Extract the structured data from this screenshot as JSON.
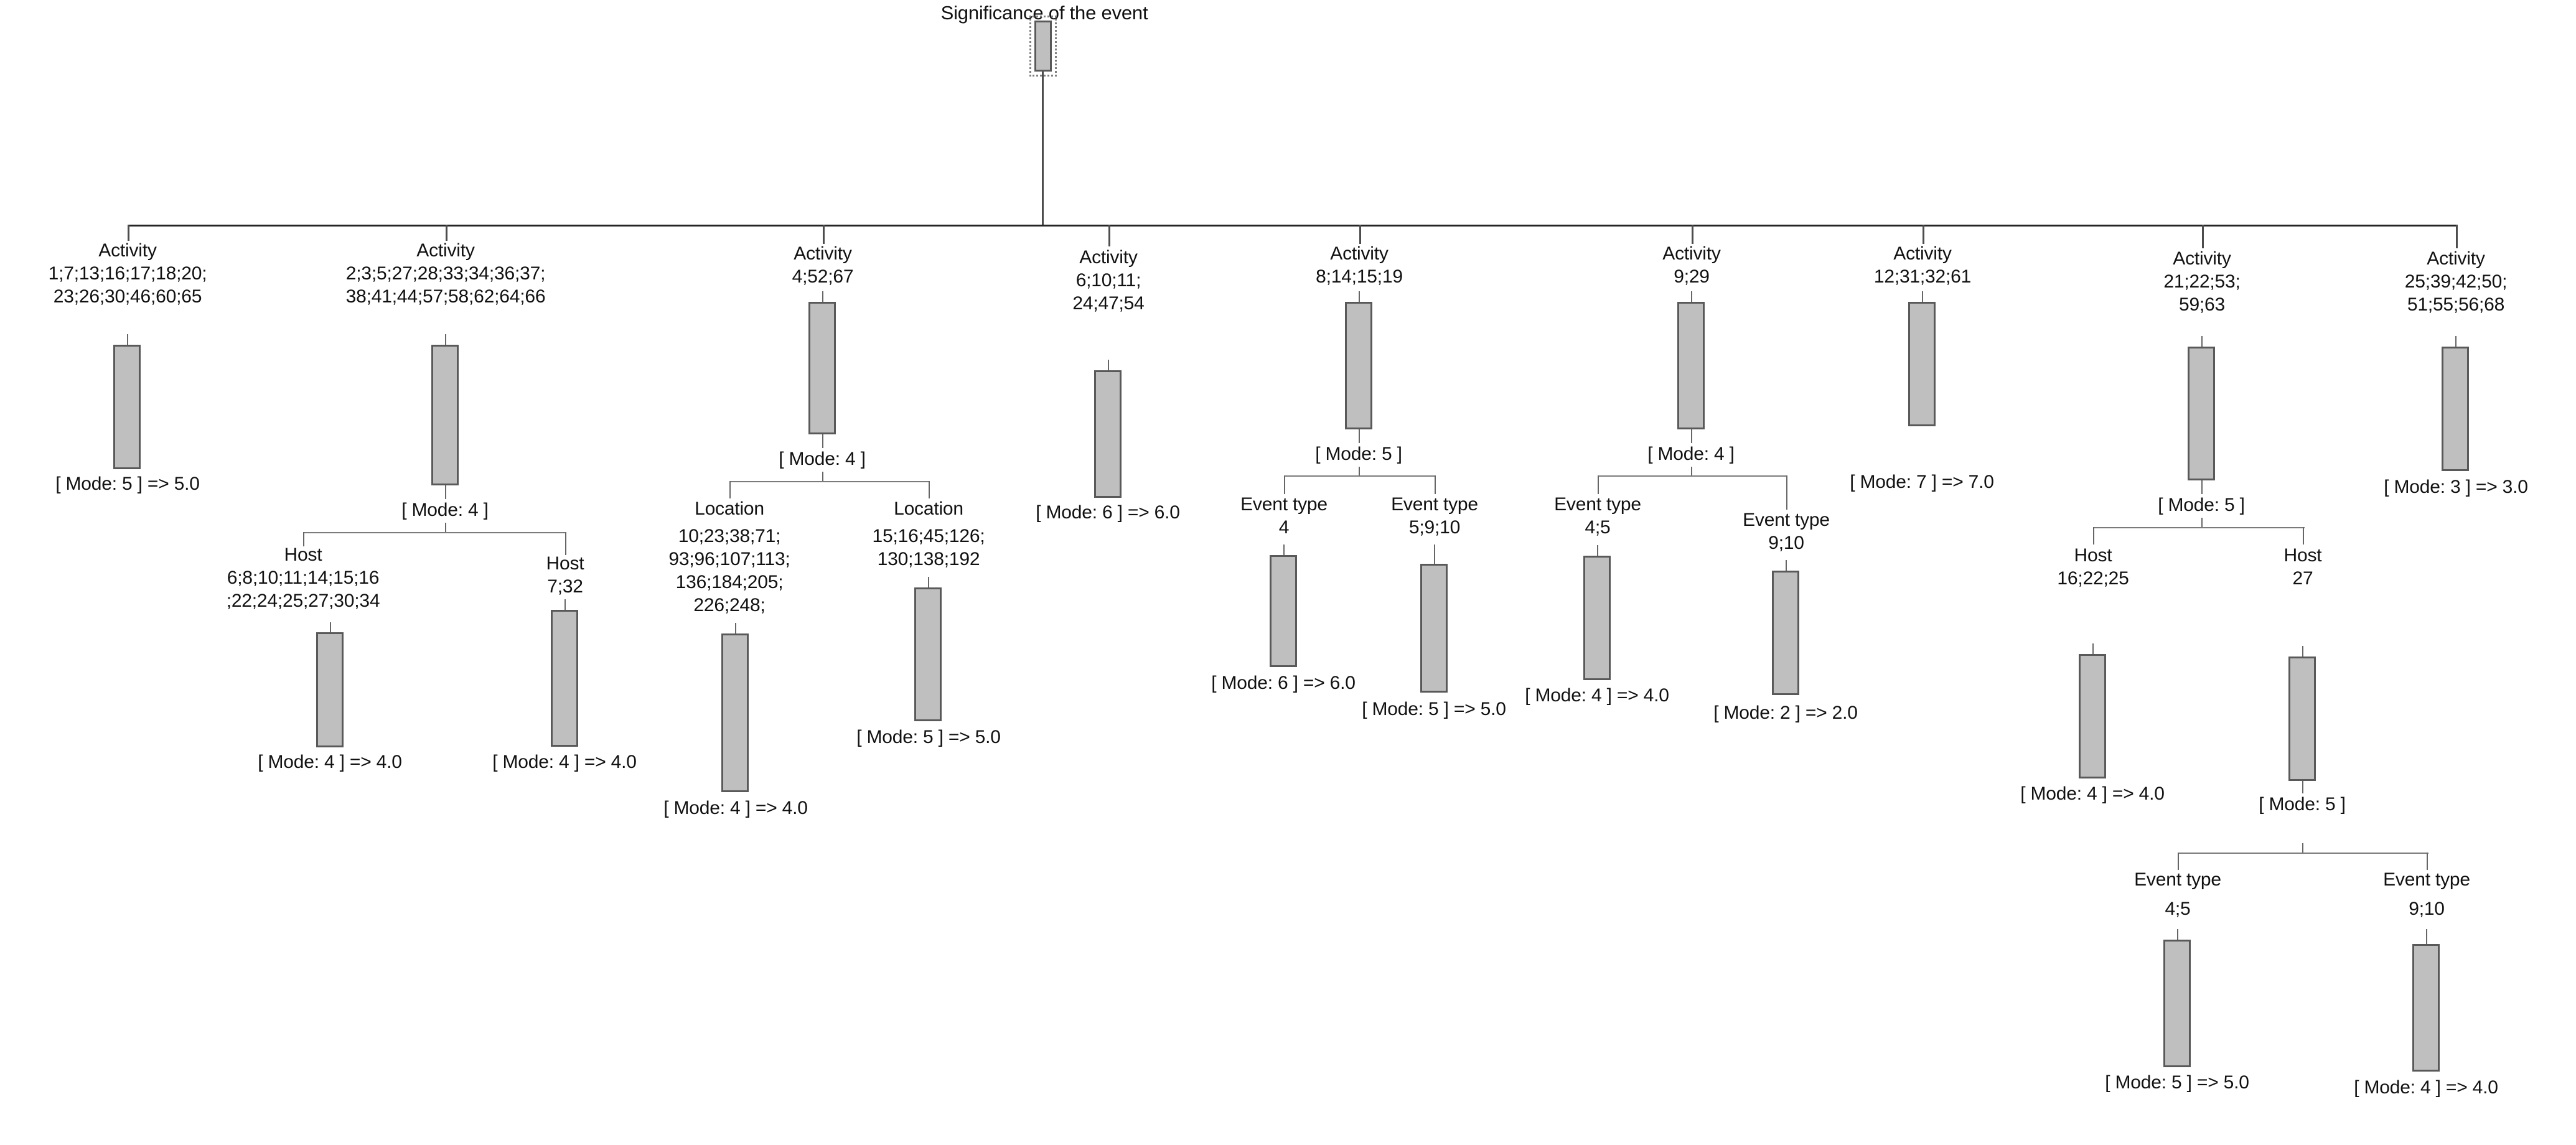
{
  "diagram": {
    "title": "Significance of the event",
    "type": "regression-decision-tree",
    "colors": {
      "bar_fill": "#bfbfbf",
      "bar_stroke": "#595959",
      "connector": "#262626",
      "sub_connector": "#7a7a7a",
      "text": "#111111",
      "background": "#ffffff"
    }
  },
  "root": {
    "label": "Significance of the event"
  },
  "nodes": [
    {
      "id": "a1",
      "attribute": "Activity",
      "values_line1": "1;7;13;16;17;18;20;",
      "values_line2": "23;26;30;46;60;65",
      "mode": "[ Mode: 5 ] => 5.0",
      "mode_value": 5,
      "prediction": 5.0
    },
    {
      "id": "a2",
      "attribute": "Activity",
      "values_line1": "2;3;5;27;28;33;34;36;37;",
      "values_line2": "38;41;44;57;58;62;64;66",
      "mode": "[ Mode: 4 ]",
      "mode_value": 4,
      "prediction": null
    },
    {
      "id": "a2h1",
      "attribute": "Host",
      "values_line1": "6;8;10;11;14;15;16",
      "values_line2": ";22;24;25;27;30;34",
      "mode": "[ Mode: 4 ] => 4.0",
      "mode_value": 4,
      "prediction": 4.0
    },
    {
      "id": "a2h2",
      "attribute": "Host",
      "values_line1": "7;32",
      "values_line2": "",
      "mode": "[ Mode: 4 ] => 4.0",
      "mode_value": 4,
      "prediction": 4.0
    },
    {
      "id": "a3",
      "attribute": "Activity",
      "values_line1": "4;52;67",
      "values_line2": "",
      "mode": "[ Mode: 4 ]",
      "mode_value": 4,
      "prediction": null
    },
    {
      "id": "a3l1",
      "attribute": "Location",
      "values_line1": "10;23;38;71;",
      "values_line2": "93;96;107;113;",
      "values_line3": "136;184;205;",
      "values_line4": "226;248;",
      "mode": "[ Mode: 4 ] => 4.0",
      "mode_value": 4,
      "prediction": 4.0
    },
    {
      "id": "a3l2",
      "attribute": "Location",
      "values_line1": "15;16;45;126;",
      "values_line2": "130;138;192",
      "mode": "[ Mode: 5 ] => 5.0",
      "mode_value": 5,
      "prediction": 5.0
    },
    {
      "id": "a4",
      "attribute": "Activity",
      "values_line1": "6;10;11;",
      "values_line2": "24;47;54",
      "mode": "[ Mode: 6 ] => 6.0",
      "mode_value": 6,
      "prediction": 6.0
    },
    {
      "id": "a5",
      "attribute": "Activity",
      "values_line1": "8;14;15;19",
      "values_line2": "",
      "mode": "[ Mode: 5 ]",
      "mode_value": 5,
      "prediction": null
    },
    {
      "id": "a5e1",
      "attribute": "Event type",
      "values_line1": "4",
      "values_line2": "",
      "mode": "[ Mode: 6 ] => 6.0",
      "mode_value": 6,
      "prediction": 6.0
    },
    {
      "id": "a5e2",
      "attribute": "Event type",
      "values_line1": "5;9;10",
      "values_line2": "",
      "mode": "[ Mode: 5 ] => 5.0",
      "mode_value": 5,
      "prediction": 5.0
    },
    {
      "id": "a6",
      "attribute": "Activity",
      "values_line1": "9;29",
      "values_line2": "",
      "mode": "[ Mode: 4 ]",
      "mode_value": 4,
      "prediction": null
    },
    {
      "id": "a6e1",
      "attribute": "Event type",
      "values_line1": "4;5",
      "values_line2": "",
      "mode": "[ Mode: 4 ] => 4.0",
      "mode_value": 4,
      "prediction": 4.0
    },
    {
      "id": "a6e2",
      "attribute": "Event type",
      "values_line1": "9;10",
      "values_line2": "",
      "mode": "[ Mode: 2 ] => 2.0",
      "mode_value": 2,
      "prediction": 2.0
    },
    {
      "id": "a7",
      "attribute": "Activity",
      "values_line1": "12;31;32;61",
      "values_line2": "",
      "mode": "[ Mode: 7 ] => 7.0",
      "mode_value": 7,
      "prediction": 7.0
    },
    {
      "id": "a8",
      "attribute": "Activity",
      "values_line1": "21;22;53;",
      "values_line2": "59;63",
      "mode": "[ Mode: 5 ]",
      "mode_value": 5,
      "prediction": null
    },
    {
      "id": "a8h1",
      "attribute": "Host",
      "values_line1": "16;22;25",
      "values_line2": "",
      "mode": "[ Mode: 4 ] => 4.0",
      "mode_value": 4,
      "prediction": 4.0
    },
    {
      "id": "a8h2",
      "attribute": "Host",
      "values_line1": "27",
      "values_line2": "",
      "mode": "[ Mode: 5 ]",
      "mode_value": 5,
      "prediction": null
    },
    {
      "id": "a8h2e1",
      "attribute": "Event type",
      "values_line1": "4;5",
      "values_line2": "",
      "mode": "[ Mode: 5 ] => 5.0",
      "mode_value": 5,
      "prediction": 5.0
    },
    {
      "id": "a8h2e2",
      "attribute": "Event type",
      "values_line1": "9;10",
      "values_line2": "",
      "mode": "[ Mode: 4 ] => 4.0",
      "mode_value": 4,
      "prediction": 4.0
    },
    {
      "id": "a9",
      "attribute": "Activity",
      "values_line1": "25;39;42;50;",
      "values_line2": "51;55;56;68",
      "mode": "[ Mode: 3 ] => 3.0",
      "mode_value": 3,
      "prediction": 3.0
    }
  ]
}
